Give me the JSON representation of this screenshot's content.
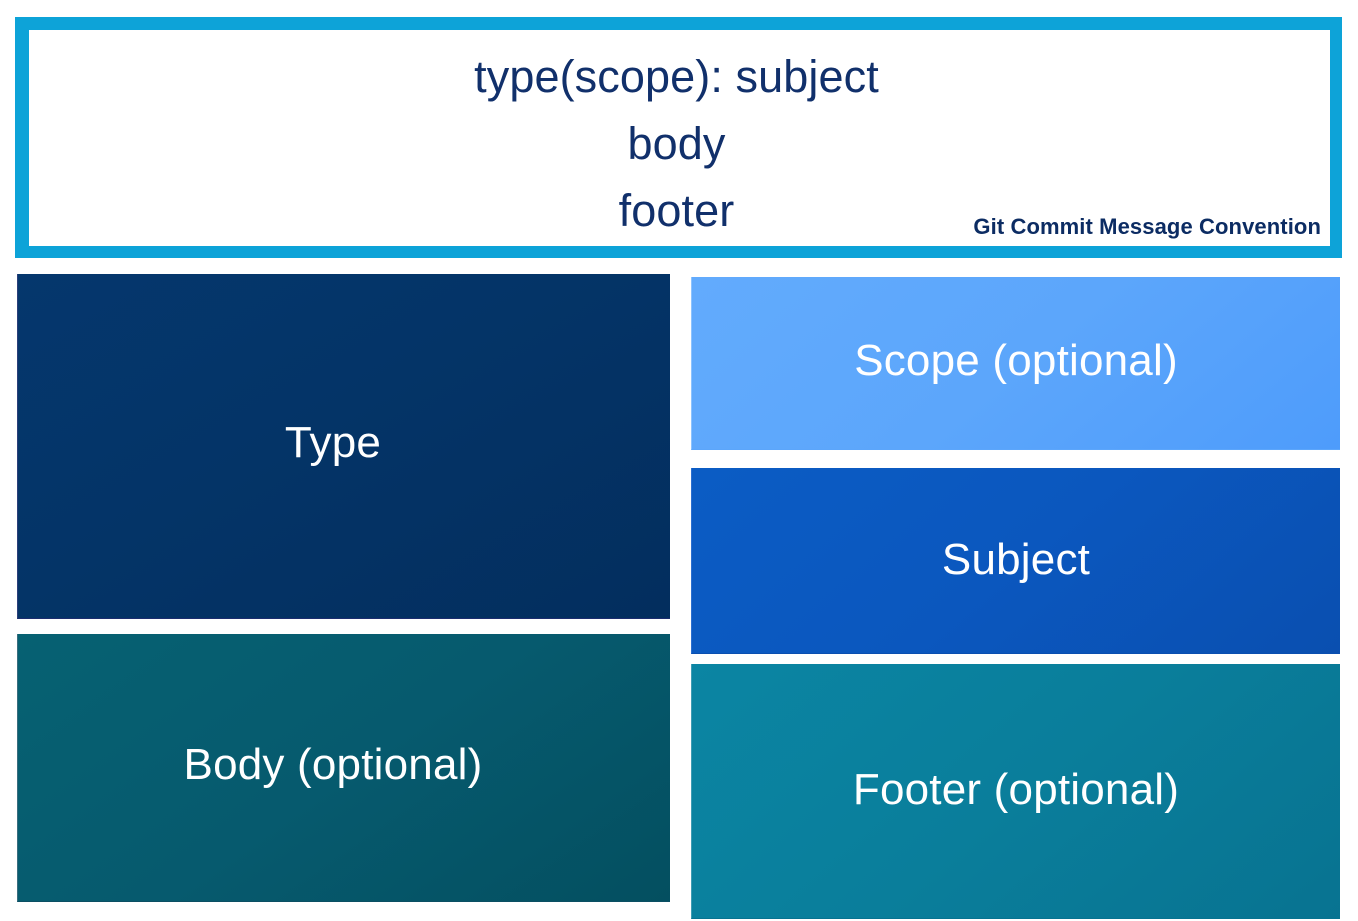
{
  "header": {
    "frame_color": "#0da3d8",
    "background_color": "#ffffff",
    "text_color": "#11306b",
    "lines": [
      "type(scope): subject",
      "body",
      "footer"
    ],
    "caption": "Git Commit Message Convention"
  },
  "tiles": [
    {
      "key": "type",
      "label": "Type",
      "color": "#043467",
      "column": "left",
      "order": 1
    },
    {
      "key": "scope",
      "label": "Scope (optional)",
      "color": "#5ca6fb",
      "column": "right",
      "order": 1
    },
    {
      "key": "subject",
      "label": "Subject",
      "color": "#0b57be",
      "column": "right",
      "order": 2
    },
    {
      "key": "body",
      "label": "Body (optional)",
      "color": "#065a6e",
      "column": "left",
      "order": 2
    },
    {
      "key": "footer",
      "label": "Footer (optional)",
      "color": "#0a7e9b",
      "column": "right",
      "order": 3
    }
  ],
  "palette": {
    "accent": "#0da3d8",
    "navy_text": "#11306b",
    "tile_text": "#ffffff",
    "page_background": "#ffffff"
  }
}
